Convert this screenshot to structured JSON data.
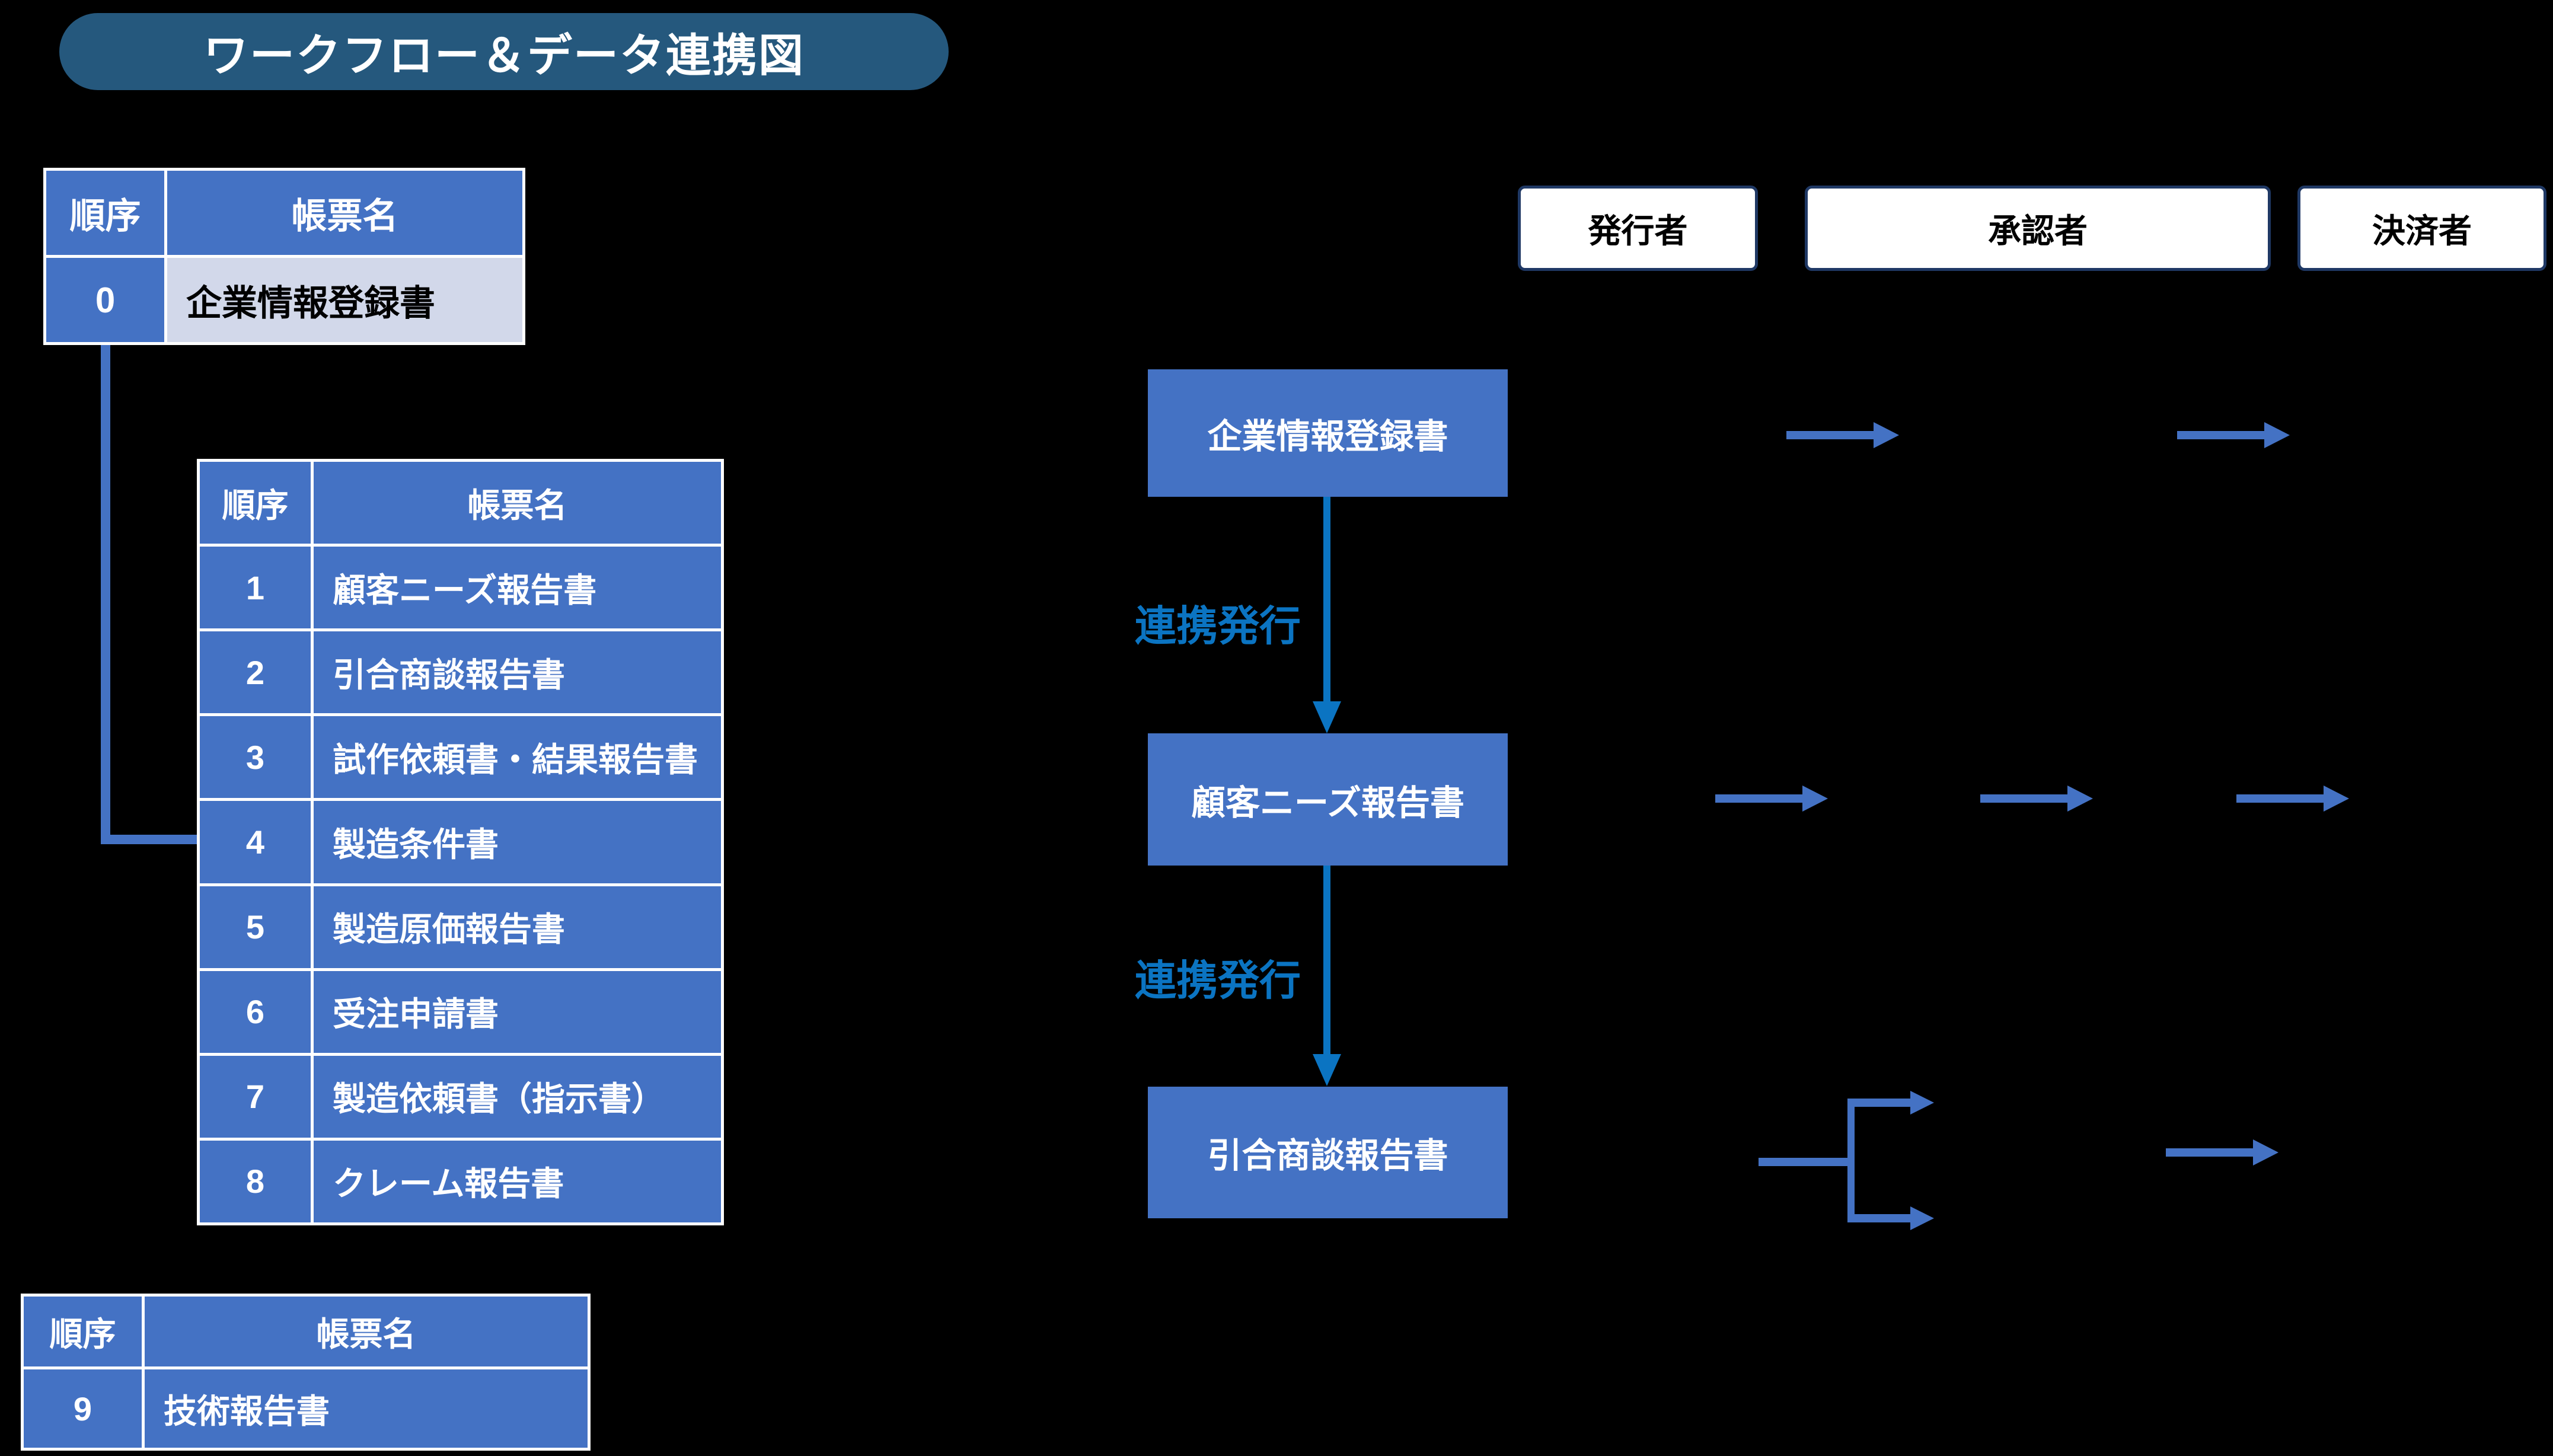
{
  "title": "ワークフロー＆データ連携図",
  "colors": {
    "background": "#000000",
    "accent_blue": "#4472C4",
    "banner_blue": "#25587D",
    "light_cell": "#D2D8EA",
    "link_blue": "#0B74C2",
    "role_border_navy": "#1F3864",
    "white": "#FFFFFF"
  },
  "tables": {
    "registration": {
      "headers": {
        "order": "順序",
        "name": "帳票名"
      },
      "rows": [
        {
          "order": "0",
          "name": "企業情報登録書"
        }
      ]
    },
    "forms": {
      "headers": {
        "order": "順序",
        "name": "帳票名"
      },
      "rows": [
        {
          "order": "1",
          "name": "顧客ニーズ報告書"
        },
        {
          "order": "2",
          "name": "引合商談報告書"
        },
        {
          "order": "3",
          "name": "試作依頼書・結果報告書"
        },
        {
          "order": "4",
          "name": "製造条件書"
        },
        {
          "order": "5",
          "name": "製造原価報告書"
        },
        {
          "order": "6",
          "name": "受注申請書"
        },
        {
          "order": "7",
          "name": "製造依頼書（指示書）"
        },
        {
          "order": "8",
          "name": "クレーム報告書"
        }
      ]
    },
    "technical": {
      "headers": {
        "order": "順序",
        "name": "帳票名"
      },
      "rows": [
        {
          "order": "9",
          "name": "技術報告書"
        }
      ]
    }
  },
  "roles": {
    "issuer": "発行者",
    "approver": "承認者",
    "settler": "決済者"
  },
  "flow": {
    "box1": "企業情報登録書",
    "box2": "顧客ニーズ報告書",
    "box3": "引合商談報告書",
    "link_label": "連携発行"
  }
}
